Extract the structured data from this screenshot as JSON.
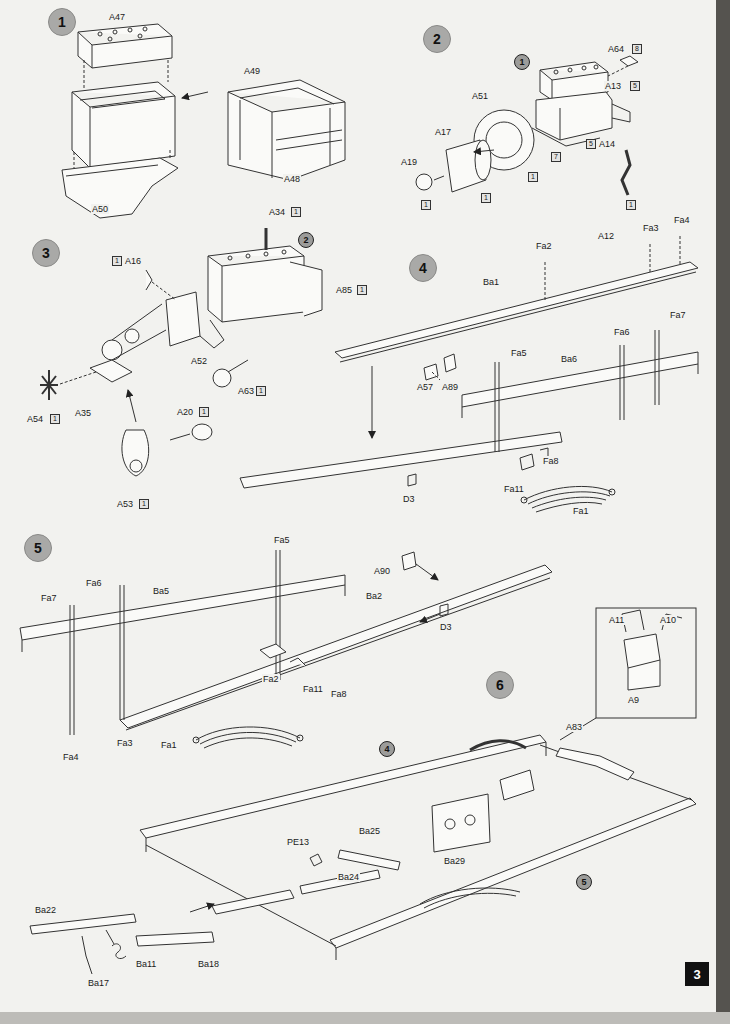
{
  "diagram": {
    "nodes": [
      {
        "text": [
          "1"
        ]
      },
      {
        "text": [
          "2"
        ]
      },
      {
        "text": [
          "1"
        ]
      },
      {
        "text": [
          "3"
        ]
      },
      {
        "text": [
          "2"
        ]
      },
      {
        "text": [
          "4"
        ]
      },
      {
        "text": [
          "5"
        ]
      },
      {
        "text": [
          "6"
        ]
      },
      {
        "text": [
          "4"
        ]
      },
      {
        "text": [
          "5"
        ]
      },
      {
        "text": [
          "3"
        ]
      }
    ],
    "labels": [
      "A47",
      "A49",
      "A50",
      "A48",
      "A64",
      "8",
      "A51",
      "A13",
      "5",
      "A17",
      "A19",
      "1",
      "1",
      "1",
      "7",
      "5",
      "A14",
      "A12",
      "1",
      "A34",
      "1",
      "1",
      "A16",
      "A85",
      "1",
      "A52",
      "A54",
      "1",
      "A35",
      "A63",
      "1",
      "A20",
      "1",
      "A53",
      "1",
      "Fa2",
      "Fa3",
      "Fa4",
      "Ba1",
      "Fa6",
      "Fa7",
      "Fa5",
      "Ba6",
      "A57",
      "A89",
      "Fa8",
      "D3",
      "Fa11",
      "Fa1",
      "Fa5",
      "Fa6",
      "Ba5",
      "Fa7",
      "A90",
      "Ba2",
      "D3",
      "Fa2",
      "Fa11",
      "Fa8",
      "Fa3",
      "Fa4",
      "Fa1",
      "A11",
      "A10",
      "A9",
      "A83",
      "Ba29",
      "PE13",
      "Ba25",
      "Ba24",
      "Ba22",
      "Ba11",
      "Ba18",
      "Ba17"
    ]
  }
}
